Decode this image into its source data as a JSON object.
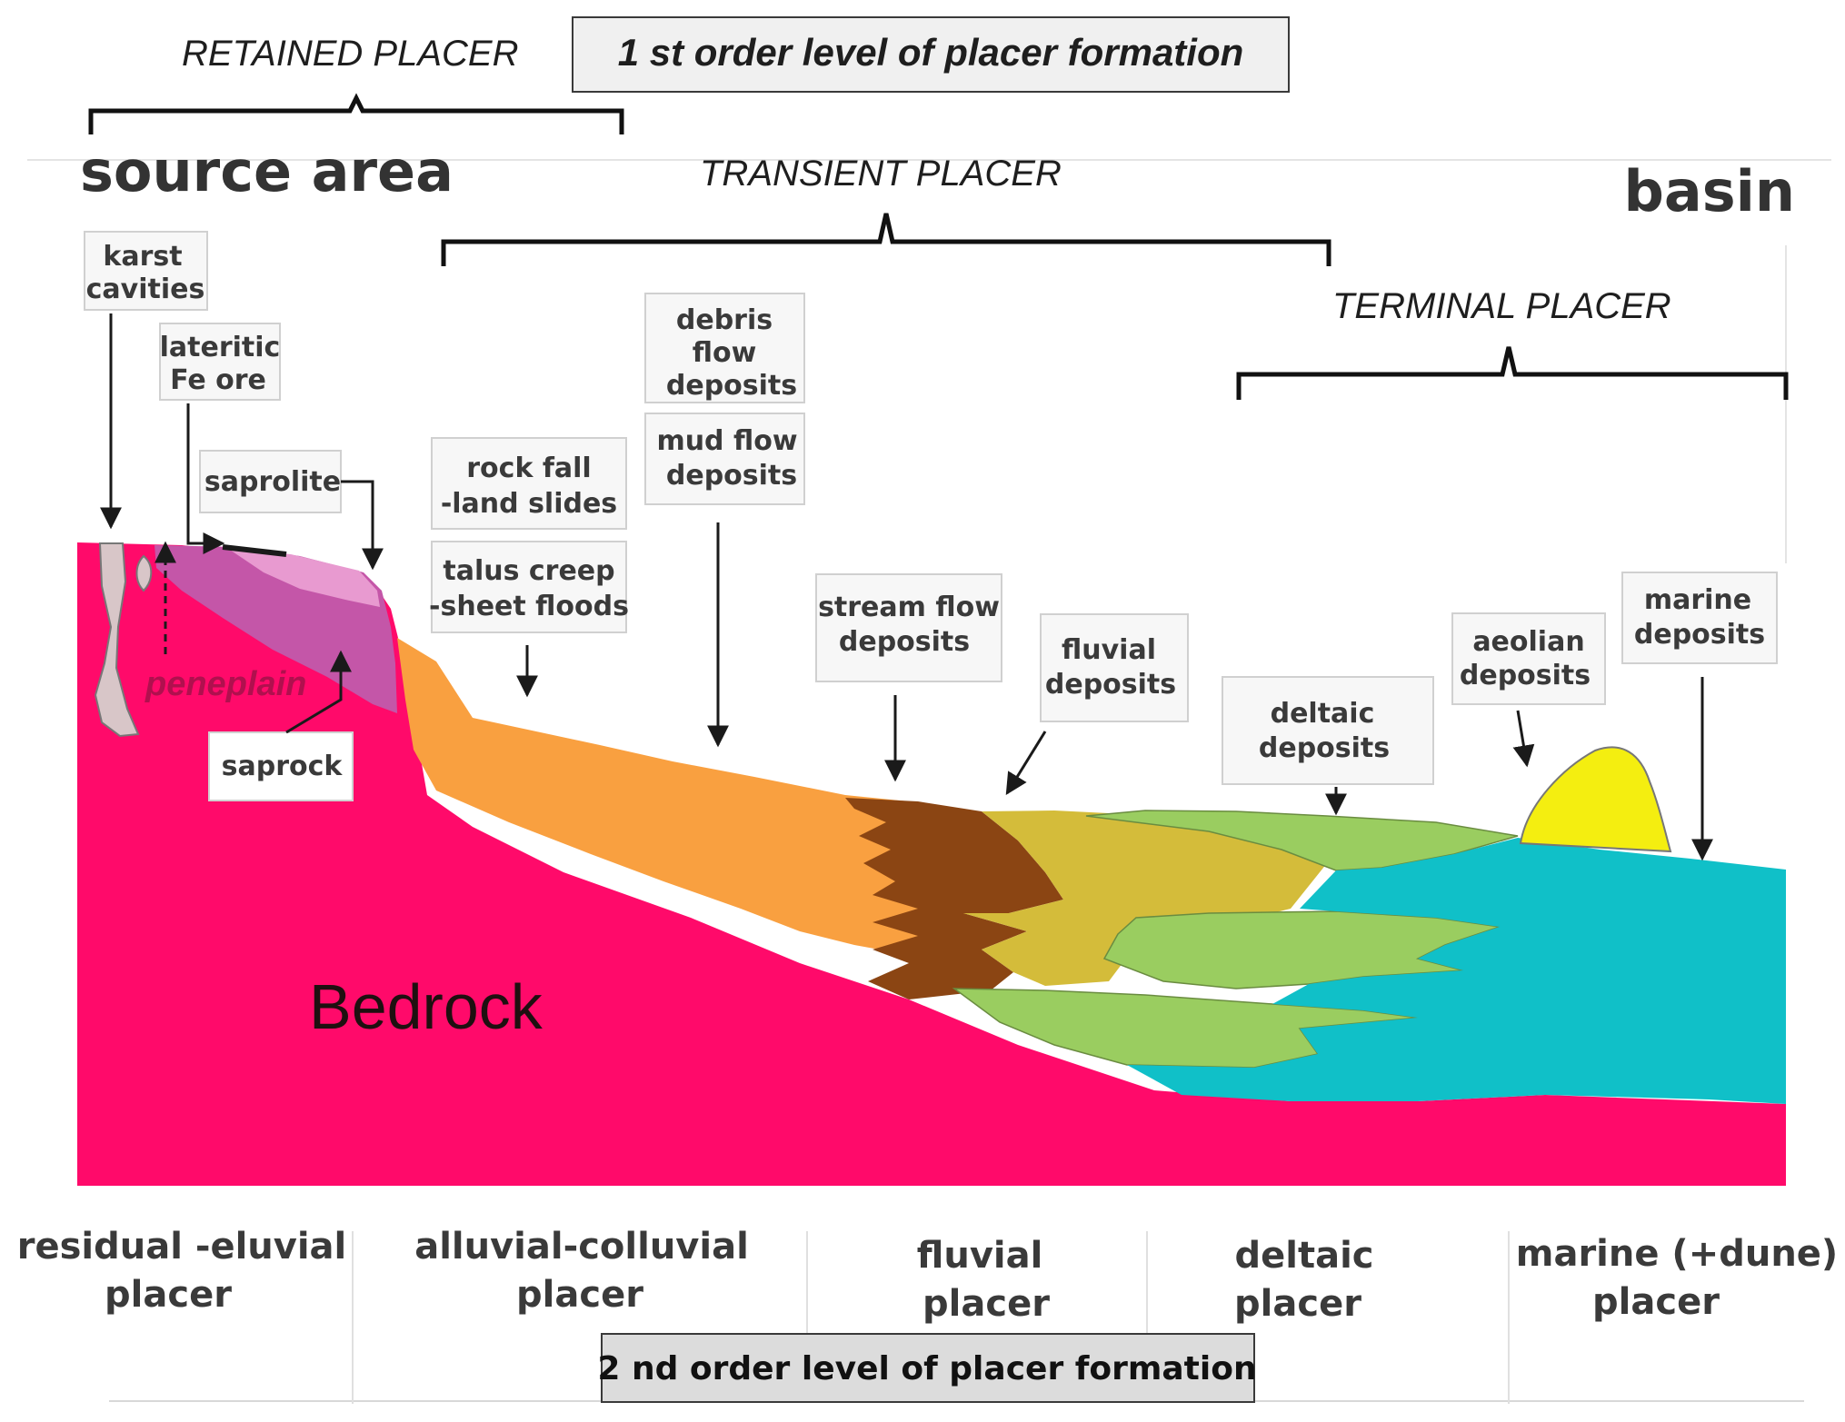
{
  "headings": {
    "retained_placer": "RETAINED PLACER",
    "first_order": "1 st order  level of placer formation",
    "source_area": "source area",
    "transient_placer": "TRANSIENT PLACER",
    "basin": "basin",
    "terminal_placer": "TERMINAL PLACER",
    "bedrock": "Bedrock",
    "peneplain": "peneplain",
    "second_order": "2 nd order  level of placer formation"
  },
  "labels": {
    "karst": [
      "karst",
      "cavities"
    ],
    "lateritic": [
      "lateritic",
      "Fe ore"
    ],
    "saprolite": "saprolite",
    "saprock": "saprock",
    "rock_fall": [
      "rock fall",
      "-land slides"
    ],
    "talus": [
      "talus creep",
      "-sheet floods"
    ],
    "debris": [
      "debris",
      "flow",
      "deposits"
    ],
    "mud": [
      "mud flow",
      "deposits"
    ],
    "stream": [
      "stream flow",
      "deposits"
    ],
    "fluvial_dep": [
      "fluvial",
      "deposits"
    ],
    "deltaic_dep": [
      "deltaic",
      "deposits"
    ],
    "aeolian": [
      "aeolian",
      "deposits"
    ],
    "marine_dep": [
      "marine",
      "deposits"
    ]
  },
  "zones": [
    [
      "residual -eluvial",
      "placer"
    ],
    [
      "alluvial-colluvial",
      "placer"
    ],
    [
      "fluvial",
      "placer"
    ],
    [
      "deltaic",
      "placer"
    ],
    [
      "marine (+dune)",
      "placer"
    ]
  ],
  "colors": {
    "bedrock": "#ff0a6a",
    "saprolite": "#c456a8",
    "lateritic": "#e89ad0",
    "alluvial": "#f9a040",
    "stream": "#8b4513",
    "fluvial": "#d4bc3a",
    "deltaic": "#9acd60",
    "marine": "#10c0c8",
    "dune": "#f4ee10"
  }
}
